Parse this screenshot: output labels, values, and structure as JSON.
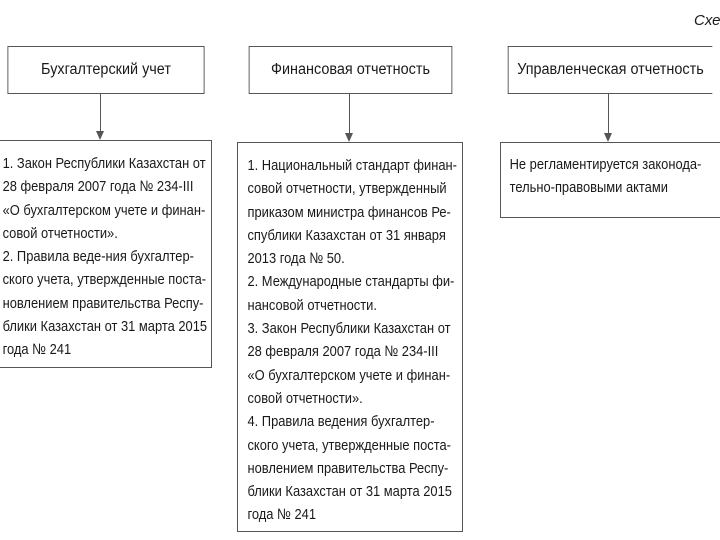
{
  "scheme_label": "Схе",
  "columns": [
    {
      "id": "accounting",
      "title": "Бухгалтерский учет",
      "lines": [
        "1. Закон Республики Казахстан от",
        "28 февраля 2007 года № 234-III",
        "«О бухгалтерском учете и финан-",
        "совой отчетности».",
        "2. Правила веде-ния бухгалтер-",
        "ского учета, утвержденные поста-",
        "новлением правительства Респу-",
        "блики Казахстан от 31 марта 2015",
        "года № 241"
      ]
    },
    {
      "id": "financial",
      "title": "Финансовая отчетность",
      "lines": [
        "1. Национальный стандарт финан-",
        "совой отчетности, утвержденный",
        "приказом министра финансов Ре-",
        "спублики Казахстан от 31 января",
        "2013 года № 50.",
        "2. Международные стандарты фи-",
        "нансовой отчетности.",
        "3. Закон Республики Казахстан от",
        "28 февраля 2007 года № 234-III",
        "«О бухгалтерском учете и финан-",
        "совой отчетности».",
        "4. Правила ведения бухгалтер-",
        "ского учета, утвержденные поста-",
        "новлением правительства Респу-",
        "блики Казахстан от 31 марта 2015",
        "года № 241"
      ]
    },
    {
      "id": "management",
      "title": "Управленческая отчетность",
      "lines": [
        "Не регламентируется законода-",
        "тельно-правовыми актами"
      ]
    }
  ]
}
